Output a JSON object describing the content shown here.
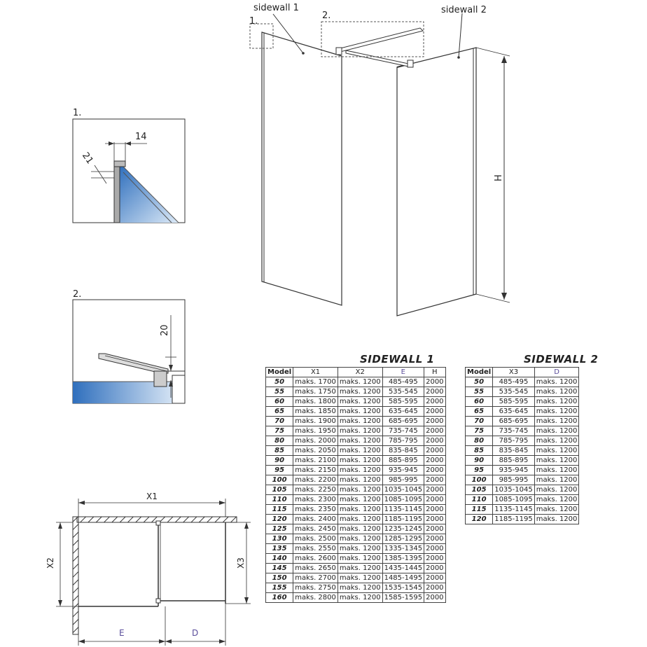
{
  "perspective": {
    "label_sidewall1": "sidewall 1",
    "label_sidewall2": "sidewall 2",
    "callout1": "1.",
    "callout2": "2.",
    "height_label": "H"
  },
  "detail1": {
    "title": "1.",
    "dim_top": "14",
    "dim_side": "21"
  },
  "detail2": {
    "title": "2.",
    "dim": "20"
  },
  "plan": {
    "dim_x1": "X1",
    "dim_x2": "X2",
    "dim_x3": "X3",
    "dim_e": "E",
    "dim_d": "D"
  },
  "sidewall1": {
    "title": "SIDEWALL 1",
    "headers": [
      "Model",
      "X1",
      "X2",
      "E",
      "H"
    ],
    "rows": [
      [
        "50",
        "maks. 1700",
        "maks. 1200",
        "485-495",
        "2000"
      ],
      [
        "55",
        "maks. 1750",
        "maks. 1200",
        "535-545",
        "2000"
      ],
      [
        "60",
        "maks. 1800",
        "maks. 1200",
        "585-595",
        "2000"
      ],
      [
        "65",
        "maks. 1850",
        "maks. 1200",
        "635-645",
        "2000"
      ],
      [
        "70",
        "maks. 1900",
        "maks. 1200",
        "685-695",
        "2000"
      ],
      [
        "75",
        "maks. 1950",
        "maks. 1200",
        "735-745",
        "2000"
      ],
      [
        "80",
        "maks. 2000",
        "maks. 1200",
        "785-795",
        "2000"
      ],
      [
        "85",
        "maks. 2050",
        "maks. 1200",
        "835-845",
        "2000"
      ],
      [
        "90",
        "maks. 2100",
        "maks. 1200",
        "885-895",
        "2000"
      ],
      [
        "95",
        "maks. 2150",
        "maks. 1200",
        "935-945",
        "2000"
      ],
      [
        "100",
        "maks. 2200",
        "maks. 1200",
        "985-995",
        "2000"
      ],
      [
        "105",
        "maks. 2250",
        "maks. 1200",
        "1035-1045",
        "2000"
      ],
      [
        "110",
        "maks. 2300",
        "maks. 1200",
        "1085-1095",
        "2000"
      ],
      [
        "115",
        "maks. 2350",
        "maks. 1200",
        "1135-1145",
        "2000"
      ],
      [
        "120",
        "maks. 2400",
        "maks. 1200",
        "1185-1195",
        "2000"
      ],
      [
        "125",
        "maks. 2450",
        "maks. 1200",
        "1235-1245",
        "2000"
      ],
      [
        "130",
        "maks. 2500",
        "maks. 1200",
        "1285-1295",
        "2000"
      ],
      [
        "135",
        "maks. 2550",
        "maks. 1200",
        "1335-1345",
        "2000"
      ],
      [
        "140",
        "maks. 2600",
        "maks. 1200",
        "1385-1395",
        "2000"
      ],
      [
        "145",
        "maks. 2650",
        "maks. 1200",
        "1435-1445",
        "2000"
      ],
      [
        "150",
        "maks. 2700",
        "maks. 1200",
        "1485-1495",
        "2000"
      ],
      [
        "155",
        "maks. 2750",
        "maks. 1200",
        "1535-1545",
        "2000"
      ],
      [
        "160",
        "maks. 2800",
        "maks. 1200",
        "1585-1595",
        "2000"
      ]
    ]
  },
  "sidewall2": {
    "title": "SIDEWALL 2",
    "headers": [
      "Model",
      "X3",
      "D"
    ],
    "rows": [
      [
        "50",
        "485-495",
        "maks. 1200"
      ],
      [
        "55",
        "535-545",
        "maks. 1200"
      ],
      [
        "60",
        "585-595",
        "maks. 1200"
      ],
      [
        "65",
        "635-645",
        "maks. 1200"
      ],
      [
        "70",
        "685-695",
        "maks. 1200"
      ],
      [
        "75",
        "735-745",
        "maks. 1200"
      ],
      [
        "80",
        "785-795",
        "maks. 1200"
      ],
      [
        "85",
        "835-845",
        "maks. 1200"
      ],
      [
        "90",
        "885-895",
        "maks. 1200"
      ],
      [
        "95",
        "935-945",
        "maks. 1200"
      ],
      [
        "100",
        "985-995",
        "maks. 1200"
      ],
      [
        "105",
        "1035-1045",
        "maks. 1200"
      ],
      [
        "110",
        "1085-1095",
        "maks. 1200"
      ],
      [
        "115",
        "1135-1145",
        "maks. 1200"
      ],
      [
        "120",
        "1185-1195",
        "maks. 1200"
      ]
    ]
  },
  "colors": {
    "glass_blue": "#3d7fc4",
    "line": "#333333",
    "header_purple": "#5a4d9a"
  }
}
